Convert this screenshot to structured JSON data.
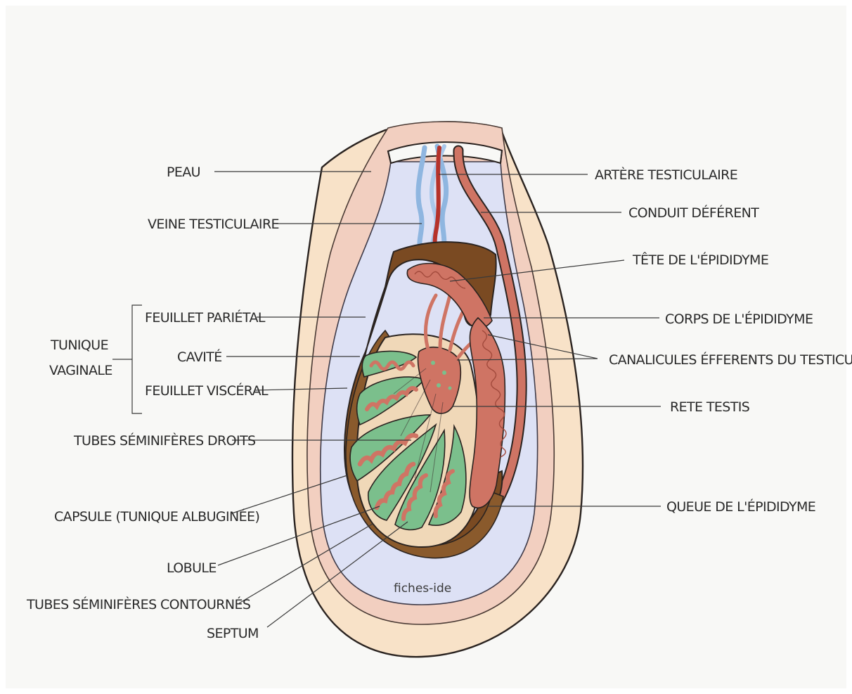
{
  "labels": {
    "peau": "PEAU",
    "veine": "VEINE TESTICULAIRE",
    "tunique": [
      "TUNIQUE",
      "VAGINALE"
    ],
    "feuillet_parietal": "FEUILLET PARIÉTAL",
    "cavite": "CAVITÉ",
    "feuillet_visceral": "FEUILLET VISCÉRAL",
    "tubes_droits": "TUBES SÉMINIFÈRES DROITS",
    "capsule": "CAPSULE (TUNIQUE ALBUGINÉE)",
    "lobule": "LOBULE",
    "tubes_contournes": "TUBES SÉMINIFÈRES CONTOURNÉS",
    "septum": "SEPTUM",
    "artere": "ARTÈRE TESTICULAIRE",
    "conduit": "CONDUIT DÉFÉRENT",
    "tete": "TÊTE DE L'ÉPIDIDYME",
    "corps": "CORPS DE L'ÉPIDIDYME",
    "canalicules": "CANALICULES ÉFFERENTS DU TESTICULE",
    "rete": "RETE TESTIS",
    "queue": "QUEUE DE L'ÉPIDIDYME"
  },
  "watermark": "fiches-ide",
  "colors": {
    "background": "#f8f8f6",
    "skin": "#f8e2c8",
    "skin_layer": "#f2cfc0",
    "cavity": "#dde1f5",
    "tunica": "#7a4a22",
    "lobule": "#7bbf8c",
    "tubule": "#cf7464",
    "vein": "#8fb6e0",
    "artery": "#b6322a"
  }
}
